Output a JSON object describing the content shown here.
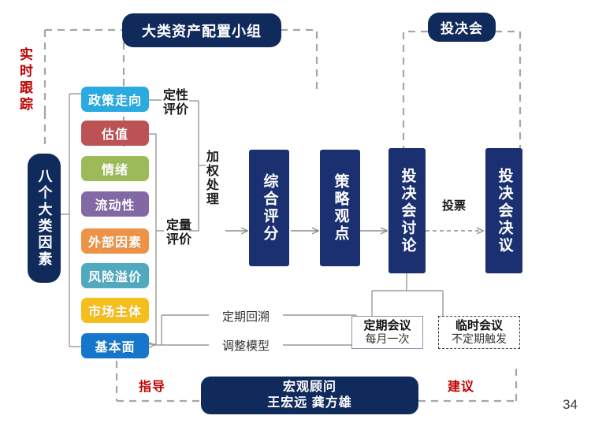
{
  "page": {
    "number": "34",
    "accent_navy": "#102a5c",
    "accent_red": "#c00000"
  },
  "header": {
    "asset_allocation_group": "大类资产配置小组",
    "investment_committee": "投决会"
  },
  "left": {
    "realtime_tracking": "实时跟踪",
    "eight_factors": "八个大类因素"
  },
  "factors": [
    {
      "label": "政策走向",
      "color": "#29ABE2"
    },
    {
      "label": "估值",
      "color": "#BC5254"
    },
    {
      "label": "情绪",
      "color": "#9CBB58"
    },
    {
      "label": "流动性",
      "color": "#8268A5"
    },
    {
      "label": "外部因素",
      "color": "#ED9347"
    },
    {
      "label": "风险溢价",
      "color": "#51A9BF"
    },
    {
      "label": "市场主体",
      "color": "#F5BE1D"
    },
    {
      "label": "基本面",
      "color": "#1576CB"
    }
  ],
  "evaluation": {
    "qualitative": "定性\n评价",
    "qualitative_line1": "定性",
    "qualitative_line2": "评价",
    "quantitative_line1": "定量",
    "quantitative_line2": "评价",
    "weighting": "加权处理"
  },
  "flow": {
    "composite_score": "综合评分",
    "strategy_view": "策略观点",
    "committee_discussion": "投决会讨论",
    "committee_resolution": "投决会决议",
    "vote_label": "投票"
  },
  "meetings": [
    {
      "title": "定期会议",
      "subtitle": "每月一次",
      "style": "solid"
    },
    {
      "title": "临时会议",
      "subtitle": "不定期触发",
      "style": "dashed"
    }
  ],
  "feedback": {
    "periodic_review": "定期回溯",
    "adjust_model": "调整模型"
  },
  "advisor": {
    "title": "宏观顾问",
    "names": "王宏远 龚方雄",
    "guidance_label": "指导",
    "suggestion_label": "建议"
  }
}
